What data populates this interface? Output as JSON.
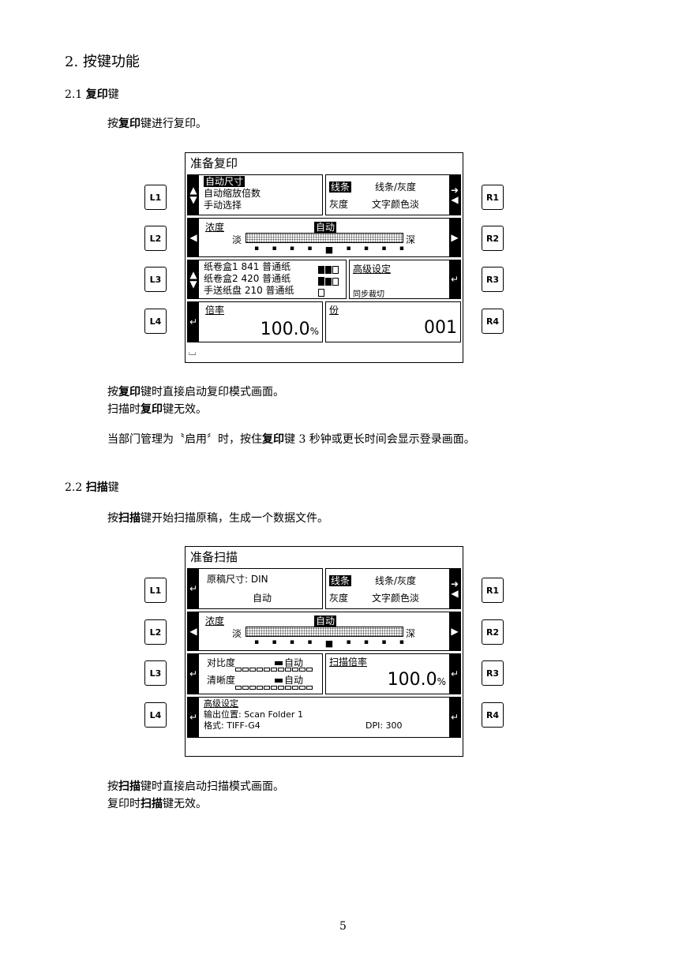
{
  "section_title": "2.  按键功能",
  "copy": {
    "heading_num": "2.1 ",
    "heading_key": "复印",
    "heading_suffix": "键",
    "intro_pre": "按",
    "intro_key": "复印",
    "intro_post": "键进行复印。",
    "note1_pre": "按",
    "note1_key": "复印",
    "note1_post": "键时直接启动复印模式画面。",
    "note2_pre": "扫描时",
    "note2_key": "复印",
    "note2_post": "键无效。",
    "note3_pre": "当部门管理为〝启用〞时，按住",
    "note3_key": "复印",
    "note3_post": "键 3 秒钟或更长时间会显示登录画面。",
    "screen": {
      "title": "准备复印",
      "size_items": [
        "自动尺寸",
        "自动缩放倍数",
        "手动选择"
      ],
      "mode_label_1": "线条",
      "mode_value_1": "线条/灰度",
      "mode_label_2": "灰度",
      "mode_value_2": "文字颜色淡",
      "density_label": "浓度",
      "density_mode": "自动",
      "light": "淡",
      "dark": "深",
      "trays": [
        "纸卷盒1 841  普通纸",
        "纸卷盒2 420  普通纸",
        "手送纸盘 210  普通纸"
      ],
      "advanced": "高级设定",
      "sync_cut": "同步裁切",
      "ratio_label": "倍率",
      "ratio_value": "100.0",
      "ratio_unit": "%",
      "copies_label": "份",
      "copies_value": "001",
      "footer_mark": "⌴"
    }
  },
  "scan": {
    "heading_num": "2.2 ",
    "heading_key": "扫描",
    "heading_suffix": "键",
    "intro_pre": "按",
    "intro_key": "扫描",
    "intro_post": "键开始扫描原稿，生成一个数据文件。",
    "note1_pre": "按",
    "note1_key": "扫描",
    "note1_post": "键时直接启动扫描模式画面。",
    "note2_pre": "复印时",
    "note2_key": "扫描",
    "note2_post": "键无效。",
    "screen": {
      "title": "准备扫描",
      "orig_size_label": "原稿尺寸: DIN",
      "orig_size_value": "自动",
      "mode_label_1": "线条",
      "mode_value_1": "线条/灰度",
      "mode_label_2": "灰度",
      "mode_value_2": "文字颜色淡",
      "density_label": "浓度",
      "density_mode": "自动",
      "light": "淡",
      "dark": "深",
      "contrast_label": "对比度",
      "contrast_value": "自动",
      "sharp_label": "清晰度",
      "sharp_value": "自动",
      "scan_ratio_label": "扫描倍率",
      "scan_ratio_value": "100.0",
      "scan_ratio_unit": "%",
      "advanced": "高级设定",
      "output_label": "输出位置:",
      "output_value": "Scan Folder 1",
      "format_label": "格式:",
      "format_value": "TIFF-G4",
      "dpi": "DPI: 300"
    }
  },
  "side_keys": {
    "left": [
      "L1",
      "L2",
      "L3",
      "L4"
    ],
    "right": [
      "R1",
      "R2",
      "R3",
      "R4"
    ]
  },
  "page_number": "5"
}
